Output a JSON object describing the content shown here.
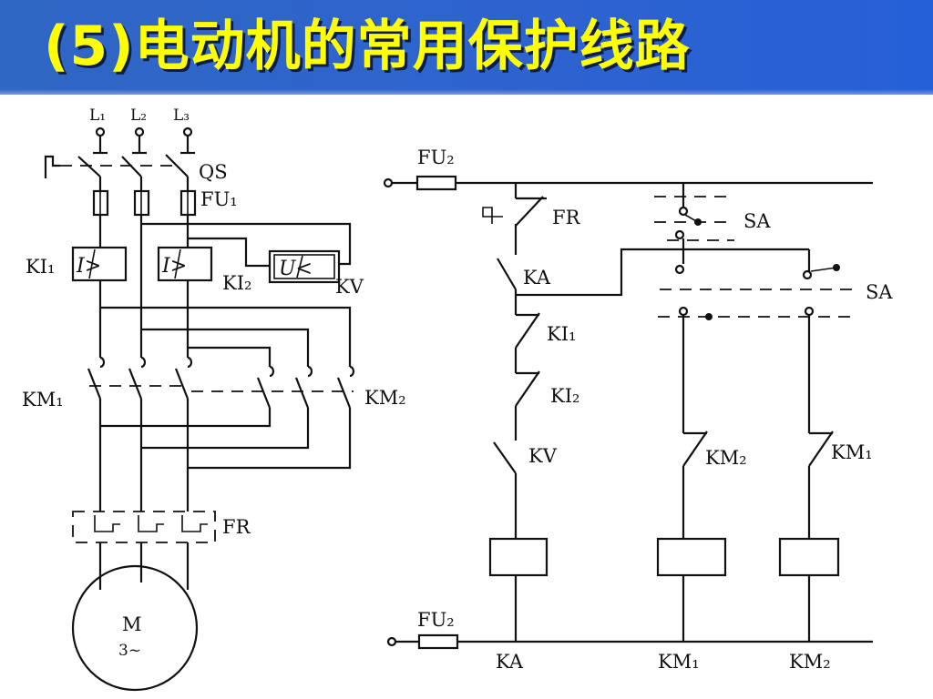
{
  "slide": {
    "title": "(5)电动机的常用保护线路",
    "colors": {
      "header": "#2e63cf",
      "title": "#ffff00",
      "wire": "#111111"
    }
  },
  "main_circuit": {
    "supply_labels": [
      "L₁",
      "L₂",
      "L₃"
    ],
    "switch": "QS",
    "fuse": "FU₁",
    "current_relay_1": "KI₁",
    "current_relay_2": "KI₂",
    "current_relay_symbol": "I>",
    "voltage_relay": "KV",
    "voltage_relay_symbol": "U<",
    "contactor_1": "KM₁",
    "contactor_2": "KM₂",
    "thermal_relay": "FR",
    "motor": "M",
    "motor_type": "3~"
  },
  "control_circuit": {
    "fuse_top": "FU₂",
    "fuse_bottom": "FU₂",
    "thermal_contact": "FR",
    "selector_1": "SA",
    "selector_2": "SA",
    "contact_ka": "KA",
    "contact_ki1": "KI₁",
    "contact_ki2": "KI₂",
    "contact_kv": "KV",
    "contact_km2": "KM₂",
    "contact_km1": "KM₁",
    "coil_1": "KA",
    "coil_2": "KM₁",
    "coil_3": "KM₂"
  }
}
